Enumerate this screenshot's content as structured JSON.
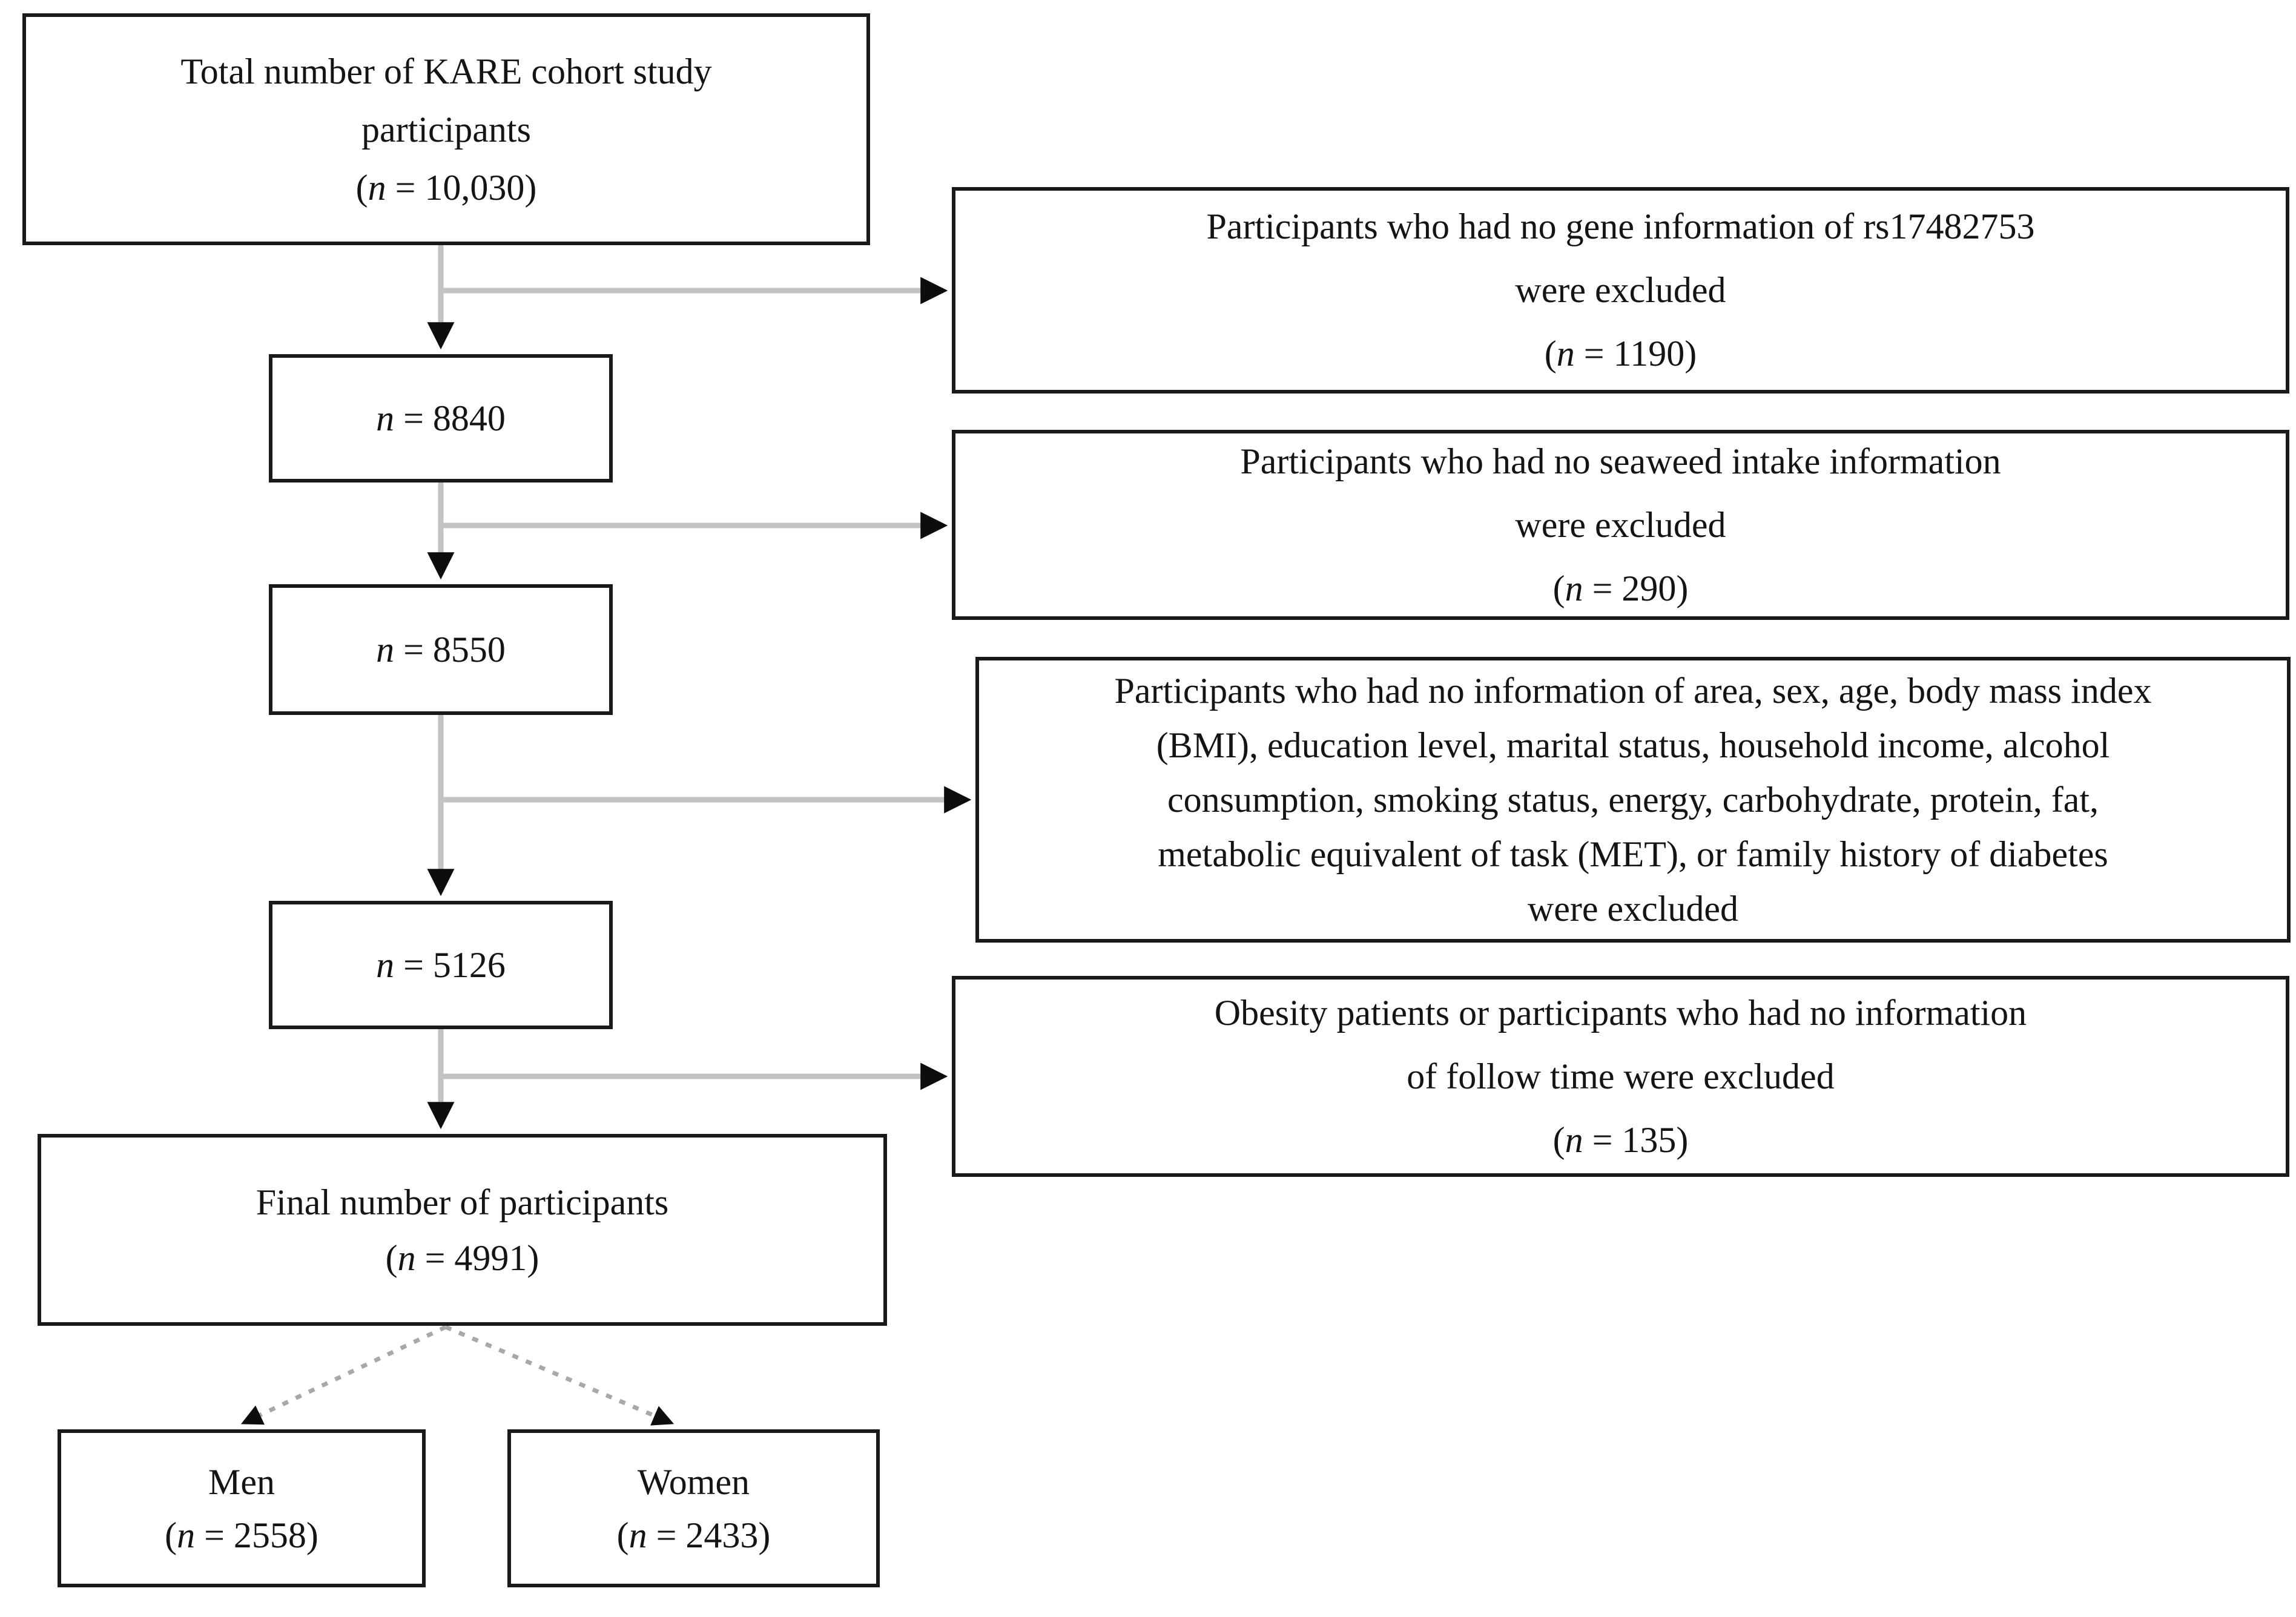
{
  "palette": {
    "background": "#ffffff",
    "box_border": "#1a1a1a",
    "text": "#141414",
    "connector_gray": "#c3c3c3",
    "fork_dotted_gray": "#a8a8a8",
    "arrowhead_black": "#0d0d0d"
  },
  "flow": {
    "total_box": {
      "lines": [
        "Total number of KARE cohort study",
        "participants",
        "(n = 10,030)"
      ]
    },
    "step_8840": {
      "label": "n = 8840"
    },
    "step_8550": {
      "label": "n = 8550"
    },
    "step_5126": {
      "label": "n = 5126"
    },
    "final_box": {
      "lines": [
        "Final number of participants",
        "(n = 4991)"
      ]
    },
    "men_box": {
      "lines": [
        "Men",
        "(n = 2558)"
      ]
    },
    "women_box": {
      "lines": [
        "Women",
        "(n = 2433)"
      ]
    }
  },
  "exclusions": [
    {
      "lines": [
        "Participants who had no gene information of rs17482753",
        "were excluded",
        "(n = 1190)"
      ]
    },
    {
      "lines": [
        "Participants who had no seaweed intake information",
        "were excluded",
        "(n = 290)"
      ]
    },
    {
      "lines": [
        "Participants who had no information of area, sex, age, body mass index",
        "(BMI), education level, marital status, household income, alcohol",
        "consumption, smoking status, energy, carbohydrate, protein, fat,",
        "metabolic equivalent of task (MET), or family history of diabetes",
        "were excluded"
      ]
    },
    {
      "lines": [
        "Obesity patients or participants who had no information",
        "of follow time were excluded",
        "(n = 135)"
      ]
    }
  ]
}
